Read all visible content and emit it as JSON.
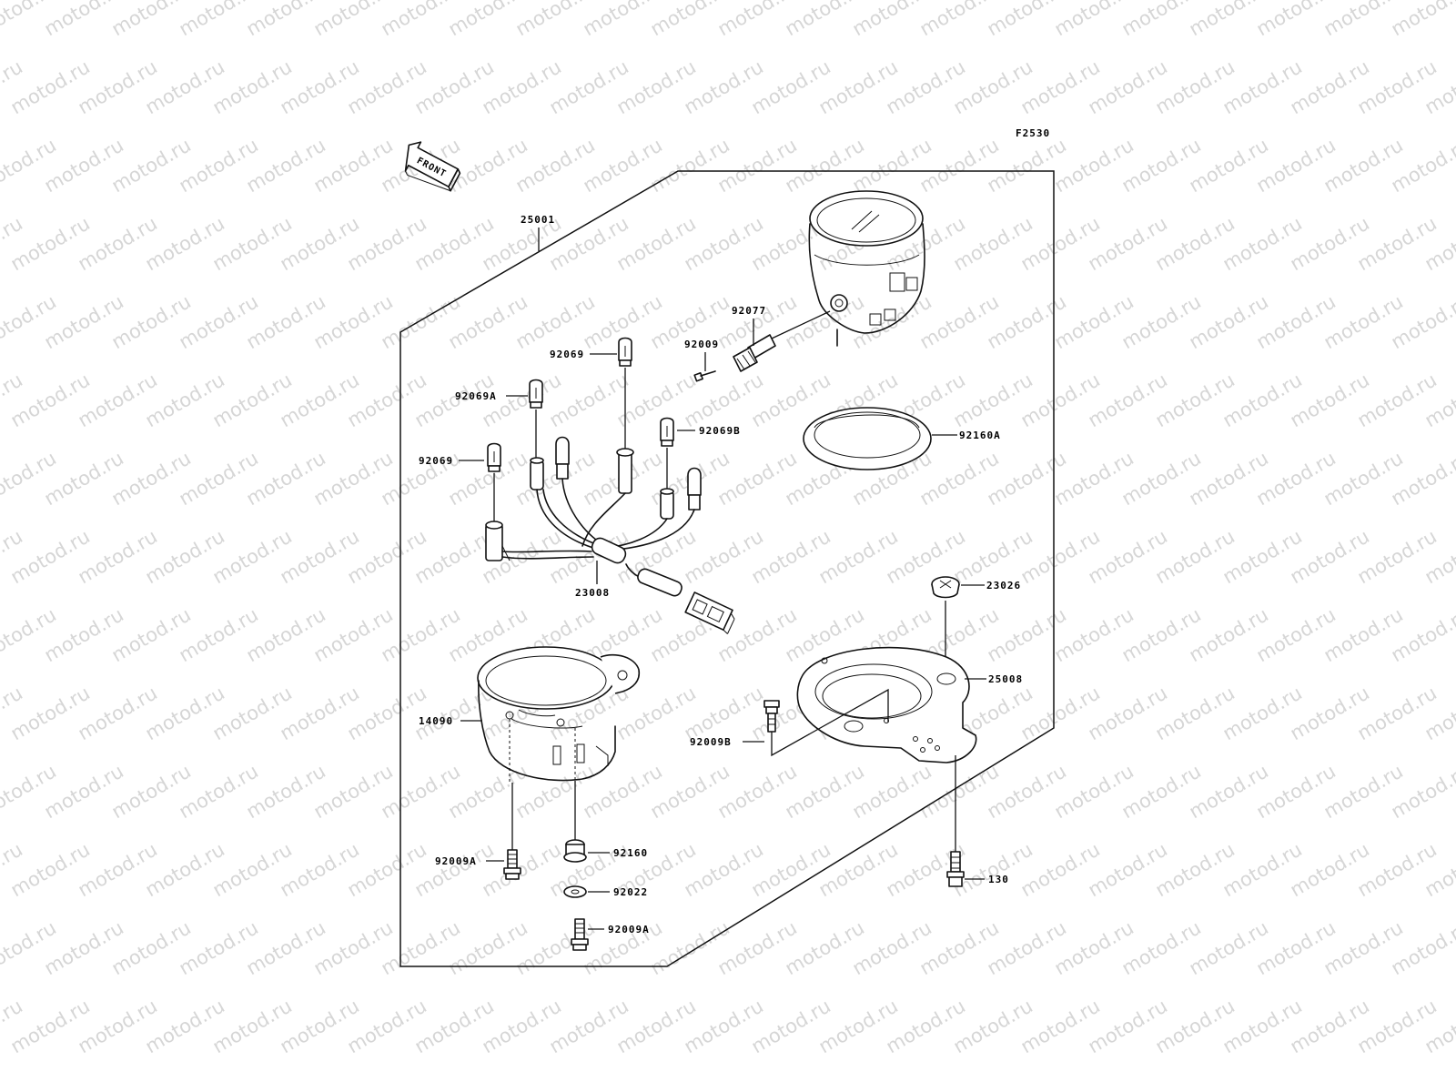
{
  "diagram": {
    "figure_code": "F2530",
    "front_marker": "FRONT",
    "watermark_text": "motod.ru",
    "labels": {
      "p25001": "25001",
      "p92077": "92077",
      "p92009": "92009",
      "p92069_top": "92069",
      "p92069A": "92069A",
      "p92069B": "92069B",
      "p92069_left": "92069",
      "p92160A": "92160A",
      "p23008": "23008",
      "p23026": "23026",
      "p25008": "25008",
      "p14090": "14090",
      "p92009B": "92009B",
      "p92009A_left": "92009A",
      "p92160": "92160",
      "p92022": "92022",
      "p92009A_bottom": "92009A",
      "p130": "130"
    },
    "colors": {
      "line": "#111111",
      "watermark": "#d6d6d6",
      "background": "#ffffff"
    }
  }
}
